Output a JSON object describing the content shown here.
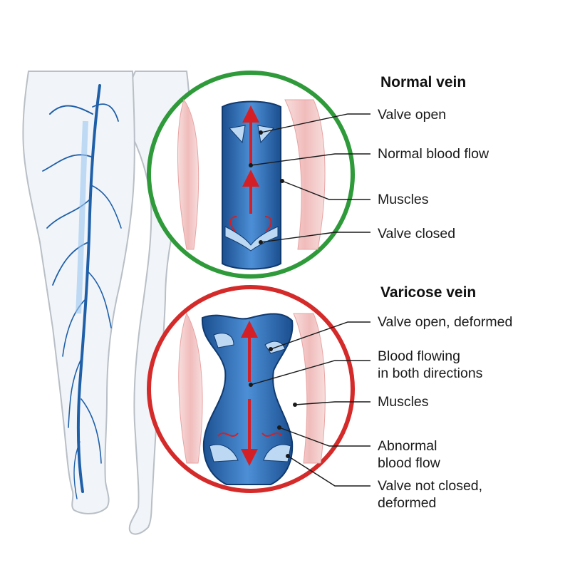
{
  "colors": {
    "normal_ring": "#2e9a3a",
    "varicose_ring": "#d42a2a",
    "vein_blue": "#1f5fa8",
    "vein_light": "#7fb0e3",
    "arrow_red": "#d41f26",
    "muscle_pink": "#f3c7c6"
  },
  "normal": {
    "heading": "Normal vein",
    "labels": {
      "valve_open": "Valve open",
      "normal_flow": "Normal blood flow",
      "muscles": "Muscles",
      "valve_closed": "Valve closed"
    }
  },
  "varicose": {
    "heading": "Varicose vein",
    "labels": {
      "valve_open_deformed": "Valve open, deformed",
      "flow_line1": "Blood flowing",
      "flow_line2": "in both directions",
      "muscles": "Muscles",
      "abnormal_line1": "Abnormal",
      "abnormal_line2": "blood flow",
      "not_closed_line1": "Valve not closed,",
      "not_closed_line2": "deformed"
    }
  },
  "icons": {
    "leg": "leg-icon",
    "vein": "vein-icon",
    "muscle": "muscle-icon",
    "arrow": "flow-arrow-icon"
  }
}
